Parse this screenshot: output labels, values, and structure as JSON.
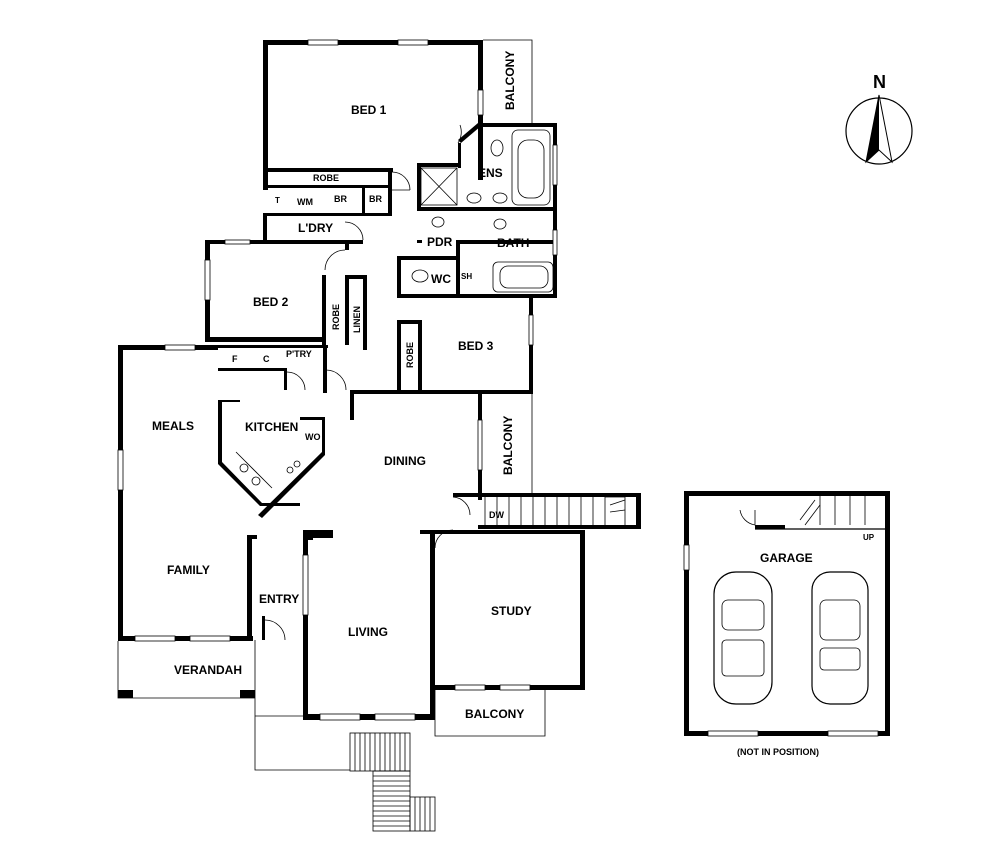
{
  "compass": {
    "label": "N"
  },
  "rooms": {
    "bed1": "BED 1",
    "balcony_top": "BALCONY",
    "robe1": "ROBE",
    "ens": "ENS",
    "wm": "WM",
    "br1": "BR",
    "br2": "BR",
    "t": "T",
    "laundry": "L'DRY",
    "pdr": "PDR",
    "bath": "BATH",
    "wc": "WC",
    "sh": "SH",
    "bed2": "BED 2",
    "robe2": "ROBE",
    "linen": "LINEN",
    "bed3": "BED 3",
    "robe3": "ROBE",
    "f": "F",
    "c": "C",
    "pantry": "P'TRY",
    "meals": "MEALS",
    "kitchen": "KITCHEN",
    "wo": "WO",
    "dining": "DINING",
    "balcony_mid": "BALCONY",
    "dw": "DW",
    "family": "FAMILY",
    "entry": "ENTRY",
    "living": "LIVING",
    "study": "STUDY",
    "verandah": "VERANDAH",
    "balcony_bottom": "BALCONY",
    "garage": "GARAGE",
    "up": "UP",
    "not_in_position": "(NOT IN POSITION)"
  }
}
